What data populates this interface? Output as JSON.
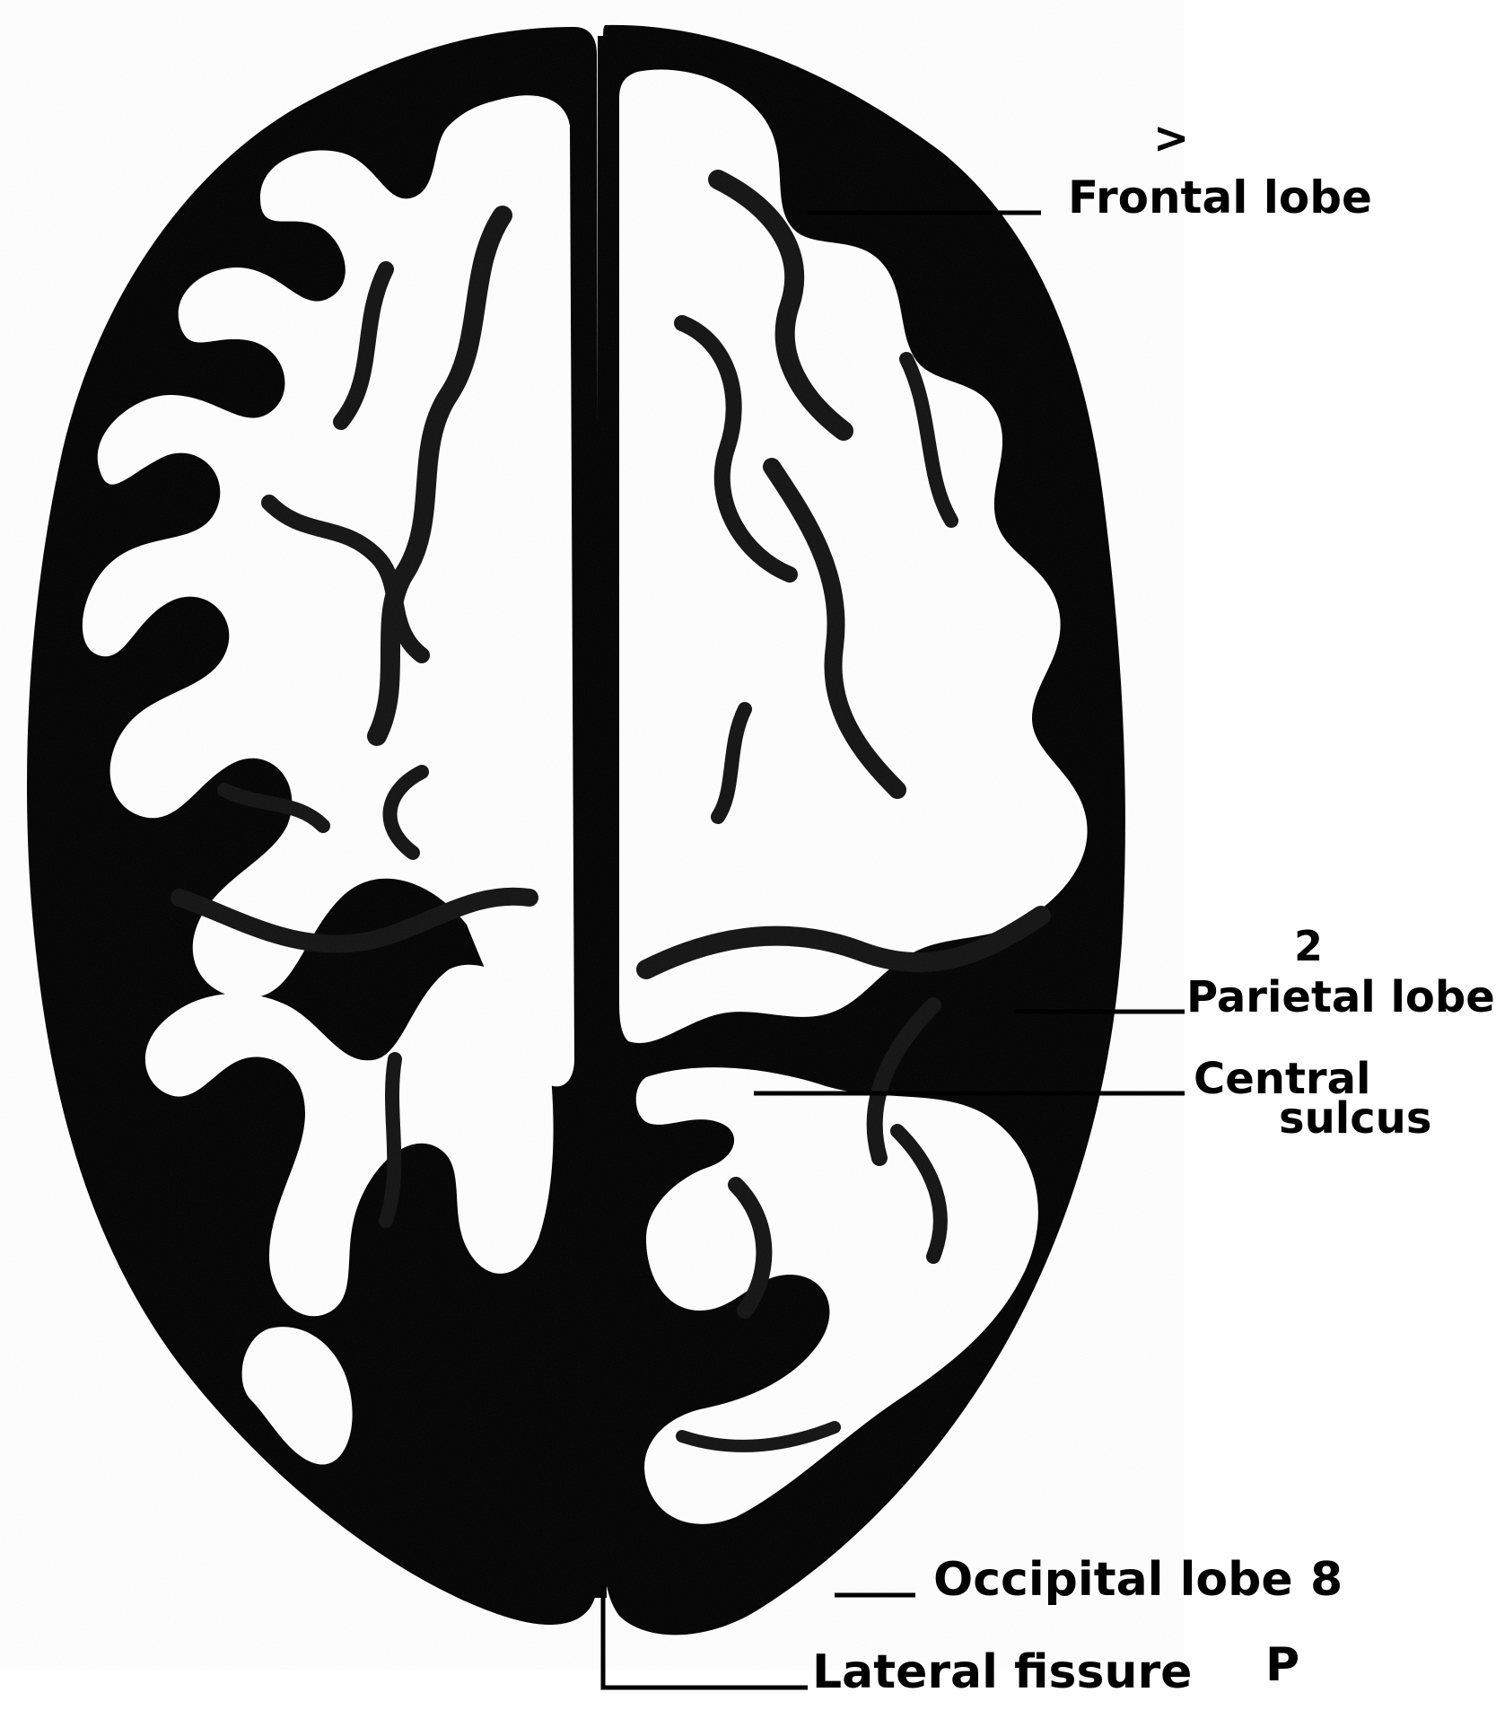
{
  "labels": {
    "frontal_lobe": "Frontal lobe",
    "parietal_lobe": "Parietal lobe",
    "central_sulcus_line1": "Central",
    "central_sulcus_line2": "sulcus",
    "occipital_lobe": "Occipital lobe",
    "lateral_fissure": "Lateral fissure"
  },
  "marks": {
    "frontal_mark": ">",
    "parietal_mark": "2",
    "occipital_mark": "8",
    "lateral_mark": "P"
  },
  "colors": {
    "ink": "#000000",
    "paper": "#ffffff"
  }
}
